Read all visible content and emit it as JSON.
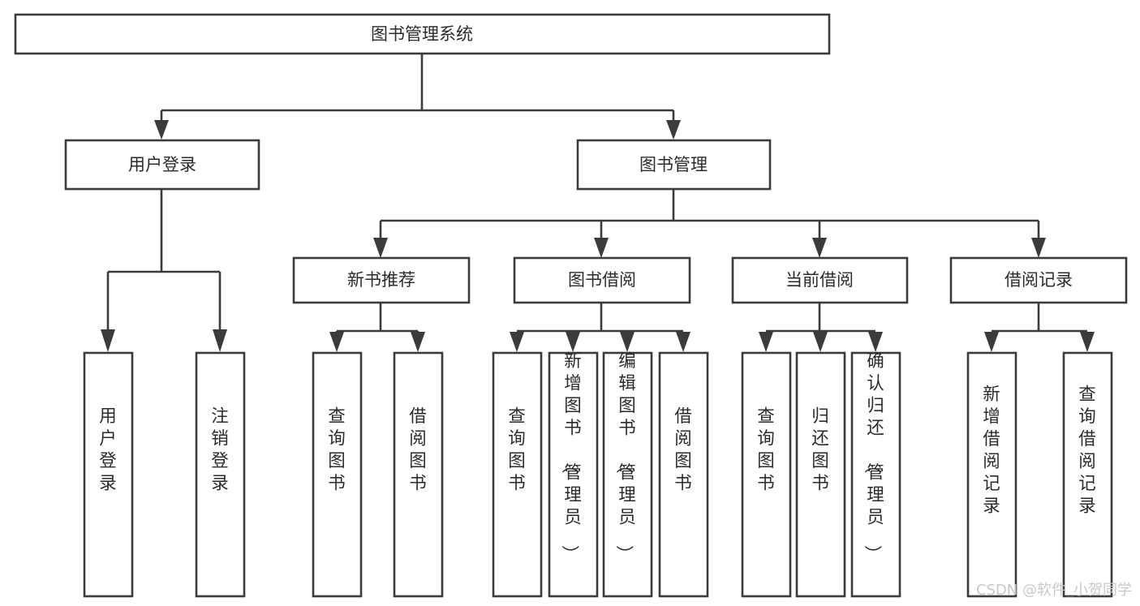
{
  "diagram": {
    "title": "图书管理系统",
    "type": "tree-hierarchy",
    "root": {
      "id": "root",
      "label": "图书管理系统"
    },
    "level1": [
      {
        "id": "user-login",
        "label": "用户登录"
      },
      {
        "id": "book-manage",
        "label": "图书管理"
      }
    ],
    "level2": [
      {
        "id": "new-book-recommend",
        "label": "新书推荐",
        "parent": "book-manage"
      },
      {
        "id": "book-borrow",
        "label": "图书借阅",
        "parent": "book-manage"
      },
      {
        "id": "current-borrow",
        "label": "当前借阅",
        "parent": "book-manage"
      },
      {
        "id": "borrow-record",
        "label": "借阅记录",
        "parent": "book-manage"
      }
    ],
    "leaves": {
      "user-login": [
        {
          "id": "leaf-user-login",
          "label": "用户登录"
        },
        {
          "id": "leaf-user-logout",
          "label": "注销登录"
        }
      ],
      "new-book-recommend": [
        {
          "id": "leaf-query-book-1",
          "label": "查询图书"
        },
        {
          "id": "leaf-borrow-book-1",
          "label": "借阅图书"
        }
      ],
      "book-borrow": [
        {
          "id": "leaf-query-book-2",
          "label": "查询图书"
        },
        {
          "id": "leaf-add-book",
          "label": "新增图书（管理员）"
        },
        {
          "id": "leaf-edit-book",
          "label": "编辑图书（管理员）"
        },
        {
          "id": "leaf-borrow-book-2",
          "label": "借阅图书"
        }
      ],
      "current-borrow": [
        {
          "id": "leaf-query-book-3",
          "label": "查询图书"
        },
        {
          "id": "leaf-return-book",
          "label": "归还图书"
        },
        {
          "id": "leaf-confirm-return",
          "label": "确认归还（管理员）"
        }
      ],
      "borrow-record": [
        {
          "id": "leaf-add-record",
          "label": "新增借阅记录"
        },
        {
          "id": "leaf-query-record",
          "label": "查询借阅记录"
        }
      ]
    }
  },
  "watermark": {
    "text": "CSDN @软件_小贺同学"
  },
  "colors": {
    "box_stroke": "#3b3b3b",
    "box_fill": "#ffffff",
    "text": "#2b2b2b",
    "connector": "#3b3b3b",
    "watermark": "#c9c9c9",
    "background": "#ffffff"
  }
}
